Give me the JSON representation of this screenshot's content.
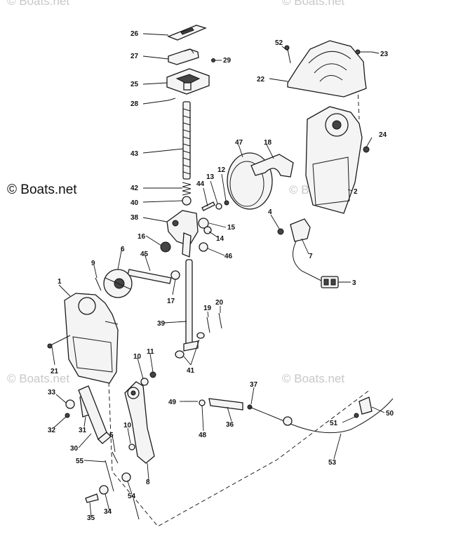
{
  "watermarks": {
    "main": "© Boats.net",
    "ghost": "© Boats.net"
  },
  "callouts": {
    "p1": "1",
    "p2": "2",
    "p3": "3",
    "p4": "4",
    "p5": "5",
    "p6": "6",
    "p7": "7",
    "p8": "8",
    "p9": "9",
    "p10a": "10",
    "p10b": "10",
    "p11": "11",
    "p12": "12",
    "p13": "13",
    "p14": "14",
    "p15": "15",
    "p16": "16",
    "p17": "17",
    "p18": "18",
    "p19": "19",
    "p20": "20",
    "p21": "21",
    "p22": "22",
    "p23": "23",
    "p24": "24",
    "p25": "25",
    "p26": "26",
    "p27": "27",
    "p28": "28",
    "p29": "29",
    "p30": "30",
    "p31": "31",
    "p32": "32",
    "p33": "33",
    "p34": "34",
    "p35": "35",
    "p36": "36",
    "p37": "37",
    "p38": "38",
    "p39": "39",
    "p40": "40",
    "p41": "41",
    "p42": "42",
    "p43": "43",
    "p44": "44",
    "p45": "45",
    "p46": "46",
    "p47": "47",
    "p48": "48",
    "p49": "49",
    "p50": "50",
    "p51": "51",
    "p52": "52",
    "p53": "53",
    "p54": "54",
    "p55": "55"
  }
}
